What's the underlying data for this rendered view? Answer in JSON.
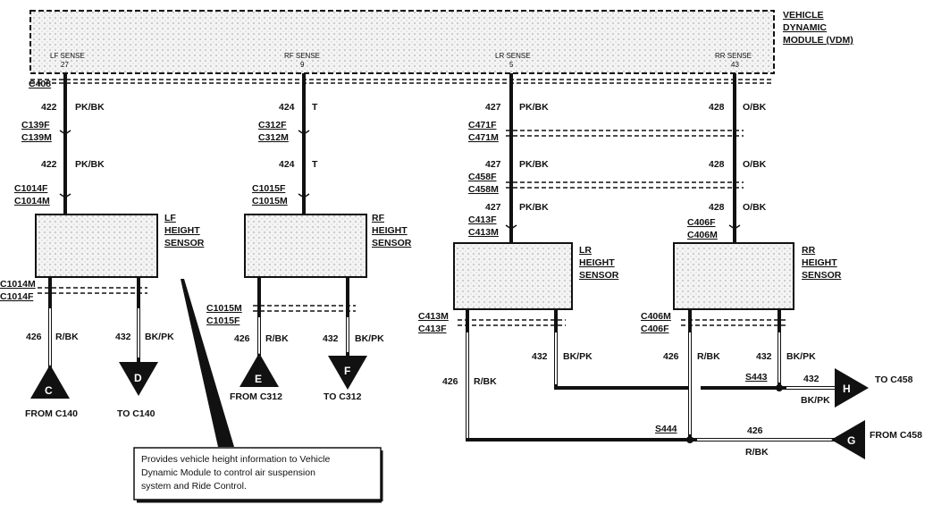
{
  "module": {
    "line1": "VEHICLE",
    "line2": "DYNAMIC",
    "line3": "MODULE (VDM)",
    "connector": "C408"
  },
  "pins": [
    {
      "name": "LF SENSE",
      "num": "27"
    },
    {
      "name": "RF SENSE",
      "num": "9"
    },
    {
      "name": "LR SENSE",
      "num": "5"
    },
    {
      "name": "RR SENSE",
      "num": "43"
    }
  ],
  "lf": {
    "sensor": [
      "LF",
      "HEIGHT",
      "SENSOR"
    ],
    "circuit": "422",
    "color": "PK/BK",
    "c1": [
      "C139F",
      "C139M"
    ],
    "c2": [
      "C1014F",
      "C1014M"
    ],
    "c3": [
      "C1014M",
      "C1014F"
    ],
    "left": {
      "circuit": "426",
      "color": "R/BK",
      "letter": "C",
      "label": "FROM C140"
    },
    "right": {
      "circuit": "432",
      "color": "BK/PK",
      "letter": "D",
      "label": "TO C140"
    }
  },
  "rf": {
    "sensor": [
      "RF",
      "HEIGHT",
      "SENSOR"
    ],
    "circuit": "424",
    "color": "T",
    "c1": [
      "C312F",
      "C312M"
    ],
    "c2": [
      "C1015F",
      "C1015M"
    ],
    "c3": [
      "C1015M",
      "C1015F"
    ],
    "left": {
      "circuit": "426",
      "color": "R/BK",
      "letter": "E",
      "label": "FROM C312"
    },
    "right": {
      "circuit": "432",
      "color": "BK/PK",
      "letter": "F",
      "label": "TO C312"
    }
  },
  "lr": {
    "sensor": [
      "LR",
      "HEIGHT",
      "SENSOR"
    ],
    "circuit": "427",
    "color": "PK/BK",
    "c1": [
      "C471F",
      "C471M"
    ],
    "c2": [
      "C458F",
      "C458M"
    ],
    "c3": [
      "C413F",
      "C413M"
    ],
    "c4": [
      "C413M",
      "C413F"
    ],
    "left": {
      "circuit": "426",
      "color": "R/BK"
    },
    "right": {
      "circuit": "432",
      "color": "BK/PK"
    }
  },
  "rr": {
    "sensor": [
      "RR",
      "HEIGHT",
      "SENSOR"
    ],
    "circuit": "428",
    "color": "O/BK",
    "c3": [
      "C406F",
      "C406M"
    ],
    "c4": [
      "C406M",
      "C406F"
    ],
    "left": {
      "circuit": "426",
      "color": "R/BK"
    },
    "right": {
      "circuit": "432",
      "color": "BK/PK"
    }
  },
  "splices": {
    "s443": "S443",
    "s444": "S444"
  },
  "out_h": {
    "circuit": "432",
    "color": "BK/PK",
    "letter": "H",
    "label": "TO C458"
  },
  "in_g": {
    "circuit": "426",
    "color": "R/BK",
    "letter": "G",
    "label": "FROM C458"
  },
  "note": {
    "line1": "Provides vehicle height information to Vehicle",
    "line2": "Dynamic Module to control air suspension",
    "line3": "system and Ride Control."
  }
}
